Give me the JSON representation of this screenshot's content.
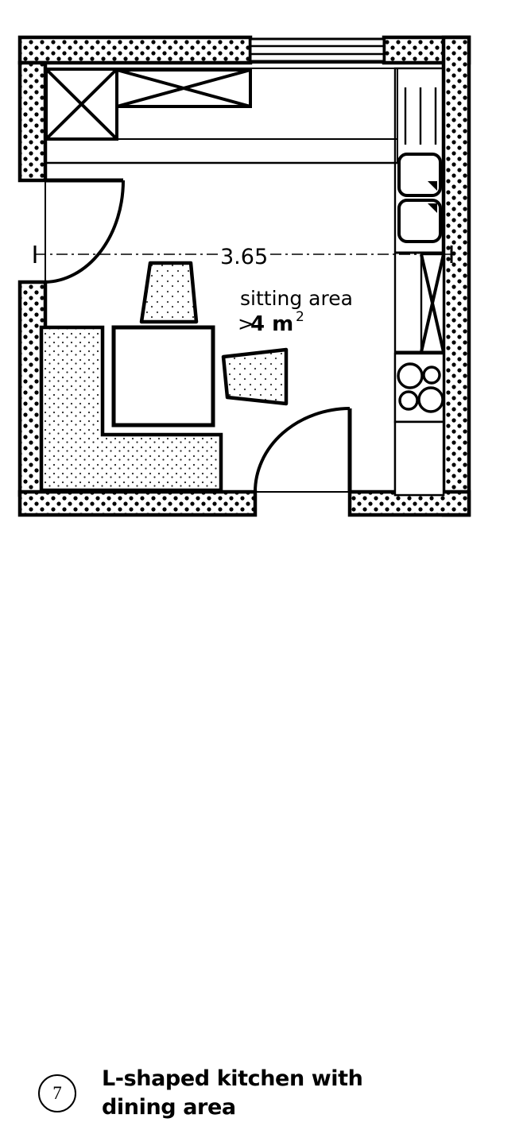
{
  "figure": {
    "number": "7",
    "title_line1": "L-shaped kitchen with",
    "title_line2": "dining area",
    "type": "architectural-floor-plan"
  },
  "plan": {
    "dimension_label": "3.65",
    "dimension_unit_implied": "m",
    "annotation_line1": "sitting area",
    "annotation_line2": ">4 m",
    "annotation_superscript": "2",
    "colors": {
      "ink": "#000000",
      "paper": "#ffffff",
      "wall_fill": "#ffffff",
      "furniture_stipple": "#000000"
    }
  },
  "elements": {
    "walls": [
      {
        "name": "top-wall-left",
        "note": "hatched masonry"
      },
      {
        "name": "top-wall-right",
        "note": "hatched masonry"
      },
      {
        "name": "left-wall-upper",
        "note": "hatched masonry"
      },
      {
        "name": "left-wall-lower",
        "note": "hatched masonry"
      },
      {
        "name": "right-wall",
        "note": "hatched masonry full height"
      },
      {
        "name": "bottom-wall-left",
        "note": "hatched masonry"
      },
      {
        "name": "bottom-wall-right",
        "note": "hatched masonry"
      }
    ],
    "openings": [
      {
        "name": "window-top",
        "kind": "window"
      },
      {
        "name": "door-left",
        "kind": "door",
        "swing": "quarter-arc"
      },
      {
        "name": "door-bottom",
        "kind": "door",
        "swing": "quarter-arc"
      }
    ],
    "fixtures": [
      {
        "name": "corner-base-cabinet",
        "symbol": "x-cross"
      },
      {
        "name": "upper-wall-cabinet",
        "symbol": "x-cross"
      },
      {
        "name": "worktop-run-top",
        "symbol": "counter"
      },
      {
        "name": "drainboard",
        "symbol": "grooves"
      },
      {
        "name": "sink-basin-upper",
        "symbol": "basin"
      },
      {
        "name": "sink-basin-lower",
        "symbol": "basin"
      },
      {
        "name": "dishwasher",
        "symbol": "x-cross"
      },
      {
        "name": "cooktop",
        "symbol": "four-burners"
      },
      {
        "name": "base-cabinet-right-lower",
        "symbol": "cabinet"
      }
    ],
    "furniture": [
      {
        "name": "bench-seating-l-shaped",
        "shape": "L"
      },
      {
        "name": "dining-table",
        "shape": "square"
      },
      {
        "name": "chair-top",
        "shape": "trapezoid"
      },
      {
        "name": "chair-right",
        "shape": "trapezoid"
      }
    ]
  }
}
